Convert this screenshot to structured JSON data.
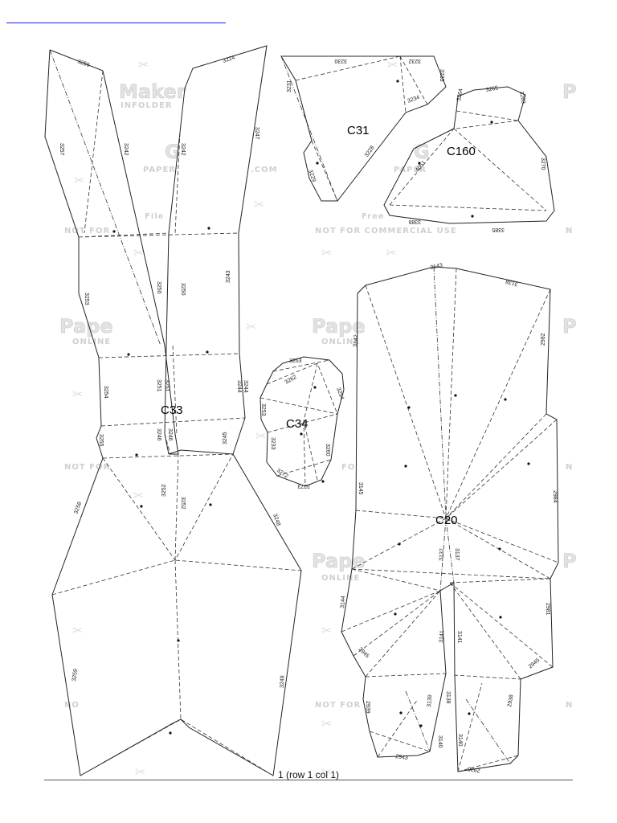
{
  "page": {
    "footer": "1 (row 1 col 1)"
  },
  "watermark": {
    "brand": "Maker",
    "sub": "INFOLDER",
    "site": "PAPER",
    "site_suffix": ".COM",
    "free": "File",
    "notice": "NOT FOR COMMERCIAL USE",
    "notice_short": "NOT FOR",
    "paper": "Pape",
    "online": "ONLINE",
    "free2": "Free"
  },
  "pieces": [
    {
      "id": "C33",
      "label": "C33"
    },
    {
      "id": "C31",
      "label": "C31"
    },
    {
      "id": "C160",
      "label": "C160"
    },
    {
      "id": "C34",
      "label": "C34"
    },
    {
      "id": "C20",
      "label": "C20"
    }
  ],
  "edge_numbers": {
    "c33": [
      "3256",
      "3224",
      "3257",
      "3242",
      "3242",
      "3247",
      "3250",
      "3250",
      "3253",
      "3243",
      "3251",
      "3251",
      "3254",
      "3244",
      "3244",
      "3246",
      "3246",
      "3255",
      "3245",
      "3252",
      "3252",
      "3258",
      "3248",
      "3259",
      "3249"
    ],
    "c31": [
      "3230",
      "3232",
      "3233",
      "3231",
      "3234",
      "3228",
      "3229"
    ],
    "c160": [
      "3265",
      "3264",
      "3263",
      "4051",
      "3270",
      "3385",
      "3386"
    ],
    "c34": [
      "3263",
      "3262",
      "3254",
      "3253",
      "3233",
      "3260",
      "3272",
      "3273"
    ],
    "c20": [
      "3143",
      "3138",
      "3142",
      "2982",
      "3145",
      "2984",
      "3137",
      "3137",
      "3144",
      "3141",
      "3141",
      "2981",
      "2945",
      "3139",
      "3138",
      "2945",
      "3140",
      "3140",
      "2938",
      "2943",
      "2936",
      "2939"
    ]
  }
}
